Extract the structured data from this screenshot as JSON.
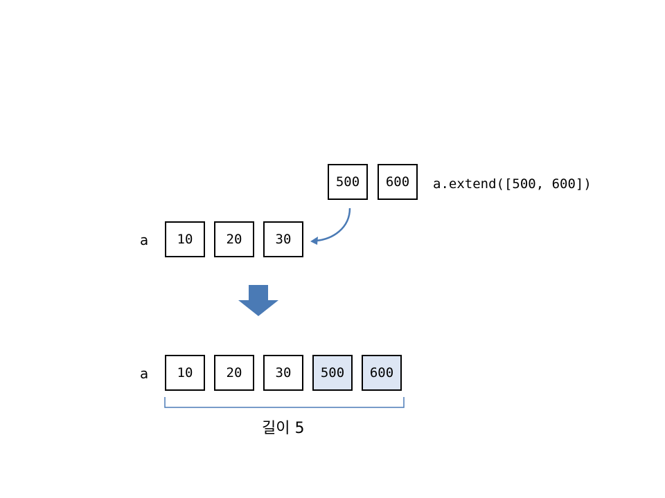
{
  "operation": {
    "code": "a.extend([500, 600])",
    "new_values": [
      "500",
      "600"
    ]
  },
  "before": {
    "var_name": "a",
    "values": [
      "10",
      "20",
      "30"
    ]
  },
  "after": {
    "var_name": "a",
    "values": [
      "10",
      "20",
      "30",
      "500",
      "600"
    ],
    "length_label": "길이 5"
  },
  "colors": {
    "arrow": "#4a7ab5",
    "new_cell_fill": "#dde6f4",
    "brace": "#4a7ab5"
  }
}
